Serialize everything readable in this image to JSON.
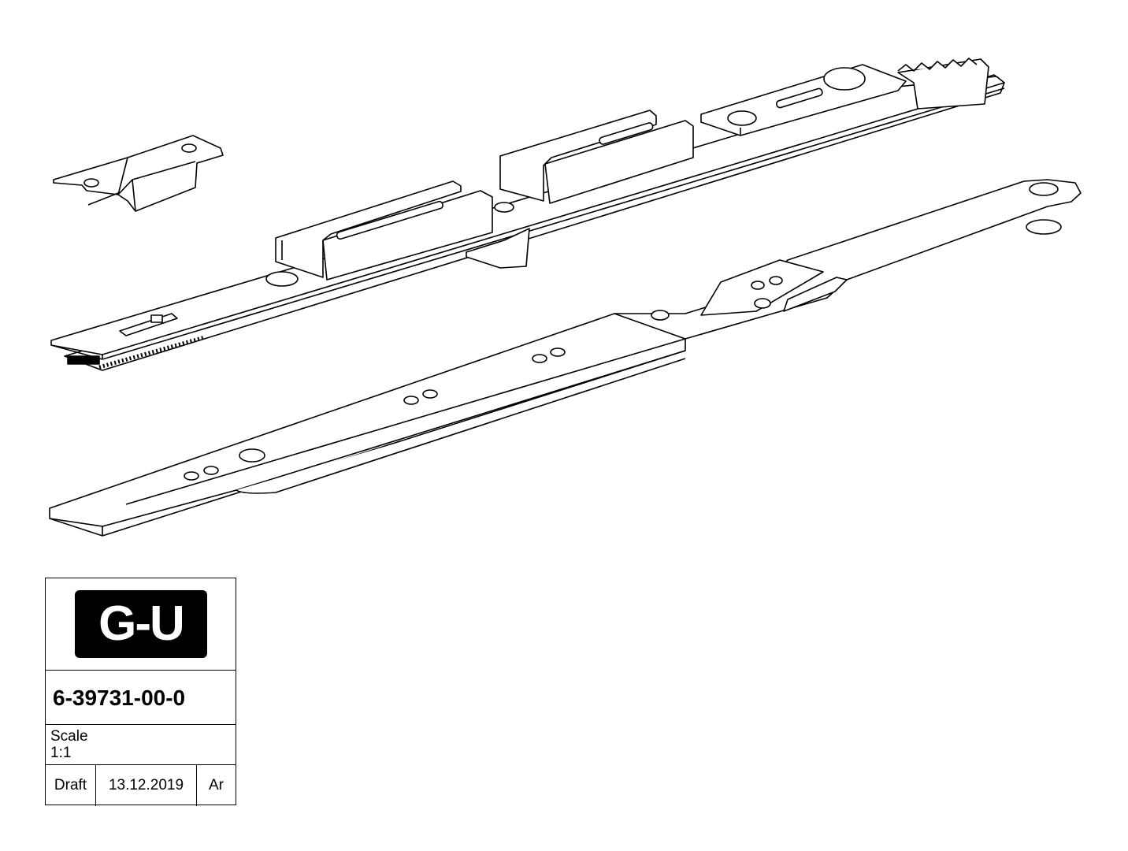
{
  "title_block": {
    "logo_text": "G-U",
    "part_number": "6-39731-00-0",
    "scale_label": "Scale",
    "scale_value": "1:1",
    "status": "Draft",
    "date": "13.12.2019",
    "author": "Ar"
  }
}
